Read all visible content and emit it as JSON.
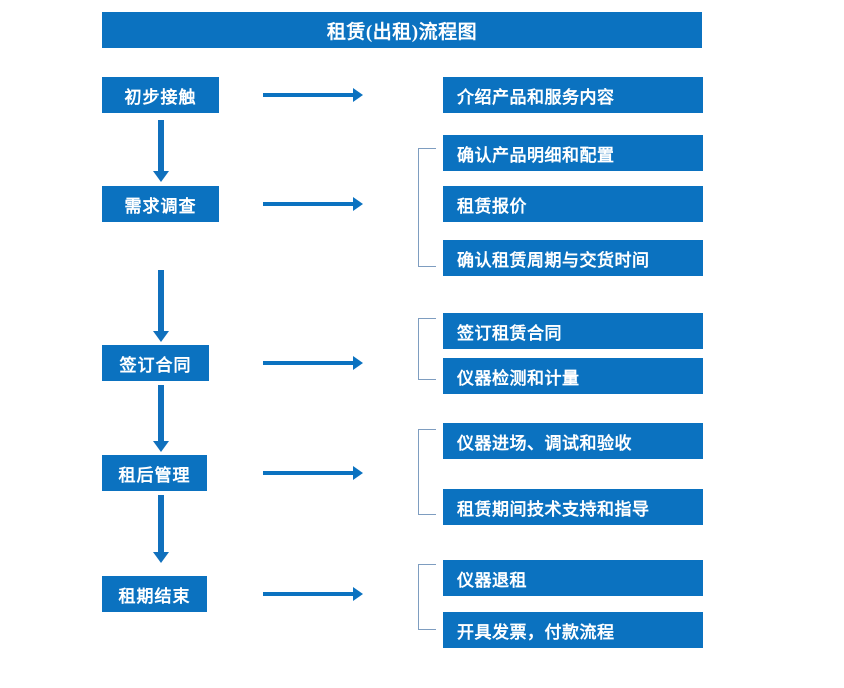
{
  "header": {
    "title": "租赁(出租)流程图"
  },
  "colors": {
    "box_blue": "#0b72c0",
    "arrow_blue": "#1070bd",
    "bracket_gray_blue": "#7e9dc0",
    "text_white": "#ffffff",
    "background": "#ffffff"
  },
  "stages": [
    {
      "label": "初步接触"
    },
    {
      "label": "需求调查"
    },
    {
      "label": "签订合同"
    },
    {
      "label": "租后管理"
    },
    {
      "label": "租期结束"
    }
  ],
  "details": [
    {
      "label": "介绍产品和服务内容"
    },
    {
      "label": "确认产品明细和配置"
    },
    {
      "label": "租赁报价"
    },
    {
      "label": "确认租赁周期与交货时间"
    },
    {
      "label": "签订租赁合同"
    },
    {
      "label": "仪器检测和计量"
    },
    {
      "label": "仪器进场、调试和验收"
    },
    {
      "label": "租赁期间技术支持和指导"
    },
    {
      "label": "仪器退租"
    },
    {
      "label": "开具发票，付款流程"
    }
  ],
  "groups": [
    {
      "stage": "需求调查",
      "detail_labels": [
        "确认产品明细和配置",
        "租赁报价",
        "确认租赁周期与交货时间"
      ]
    },
    {
      "stage": "签订合同",
      "detail_labels": [
        "签订租赁合同",
        "仪器检测和计量"
      ]
    },
    {
      "stage": "租后管理",
      "detail_labels": [
        "仪器进场、调试和验收",
        "租赁期间技术支持和指导"
      ]
    },
    {
      "stage": "租期结束",
      "detail_labels": [
        "仪器退租",
        "开具发票，付款流程"
      ]
    }
  ],
  "flow_sequence": [
    "初步接触",
    "需求调查",
    "签订合同",
    "租后管理",
    "租期结束"
  ]
}
